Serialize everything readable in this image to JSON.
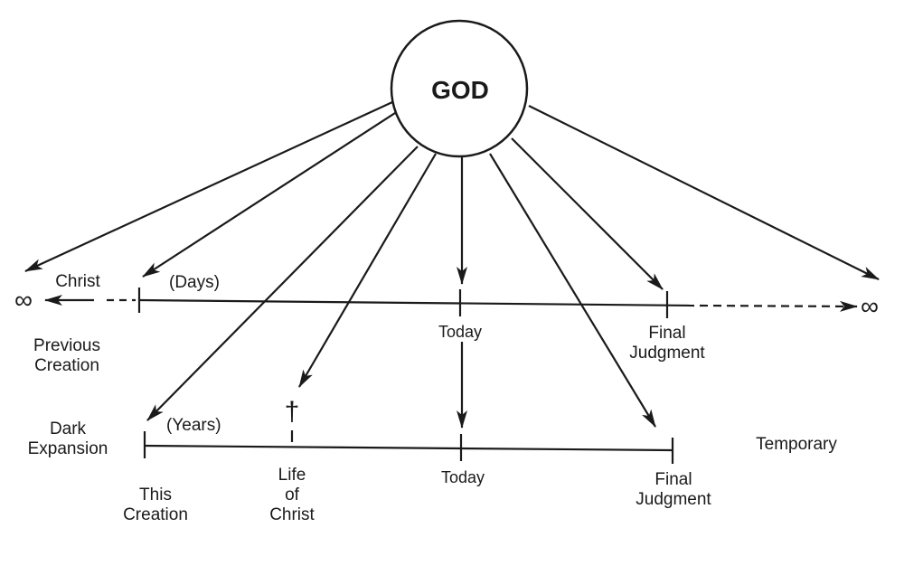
{
  "center": {
    "label": "GOD"
  },
  "infinity_symbol": "∞",
  "upper_timeline": {
    "unit_label": "(Days)",
    "left_label": "Christ",
    "markers": [
      {
        "label": "Today"
      },
      {
        "label": "Final\nJudgment"
      }
    ],
    "below_left_label": "Previous\nCreation"
  },
  "lower_timeline": {
    "unit_label": "(Years)",
    "cross_symbol": "†",
    "markers": [
      {
        "label": "This\nCreation"
      },
      {
        "label": "Life\nof\nChrist"
      },
      {
        "label": "Today"
      },
      {
        "label": "Final\nJudgment"
      }
    ],
    "left_label": "Dark\nExpansion",
    "right_label": "Temporary"
  },
  "colors": {
    "ink": "#1a1a1a",
    "background": "#ffffff"
  }
}
